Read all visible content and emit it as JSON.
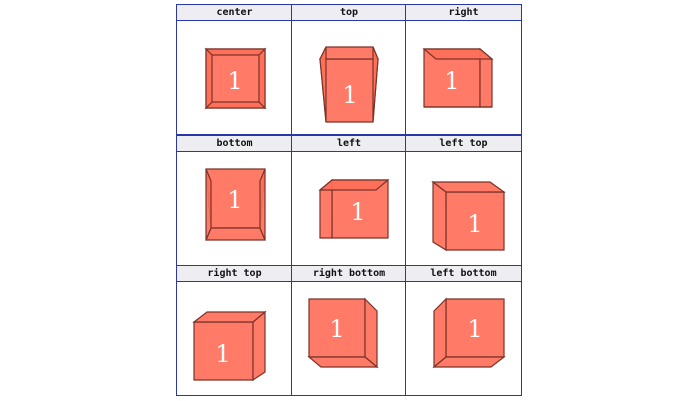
{
  "cube": {
    "front_label": "1",
    "face_color": "#ff6f5a",
    "edge_color": "#7a3328",
    "border_color": "#2a37a8"
  },
  "cells": [
    {
      "id": "center",
      "label": "center"
    },
    {
      "id": "top",
      "label": "top"
    },
    {
      "id": "right",
      "label": "right"
    },
    {
      "id": "bottom",
      "label": "bottom"
    },
    {
      "id": "left",
      "label": "left"
    },
    {
      "id": "left-top",
      "label": "left top"
    },
    {
      "id": "right-top",
      "label": "right top"
    },
    {
      "id": "right-bottom",
      "label": "right bottom"
    },
    {
      "id": "left-bottom",
      "label": "left bottom"
    }
  ]
}
